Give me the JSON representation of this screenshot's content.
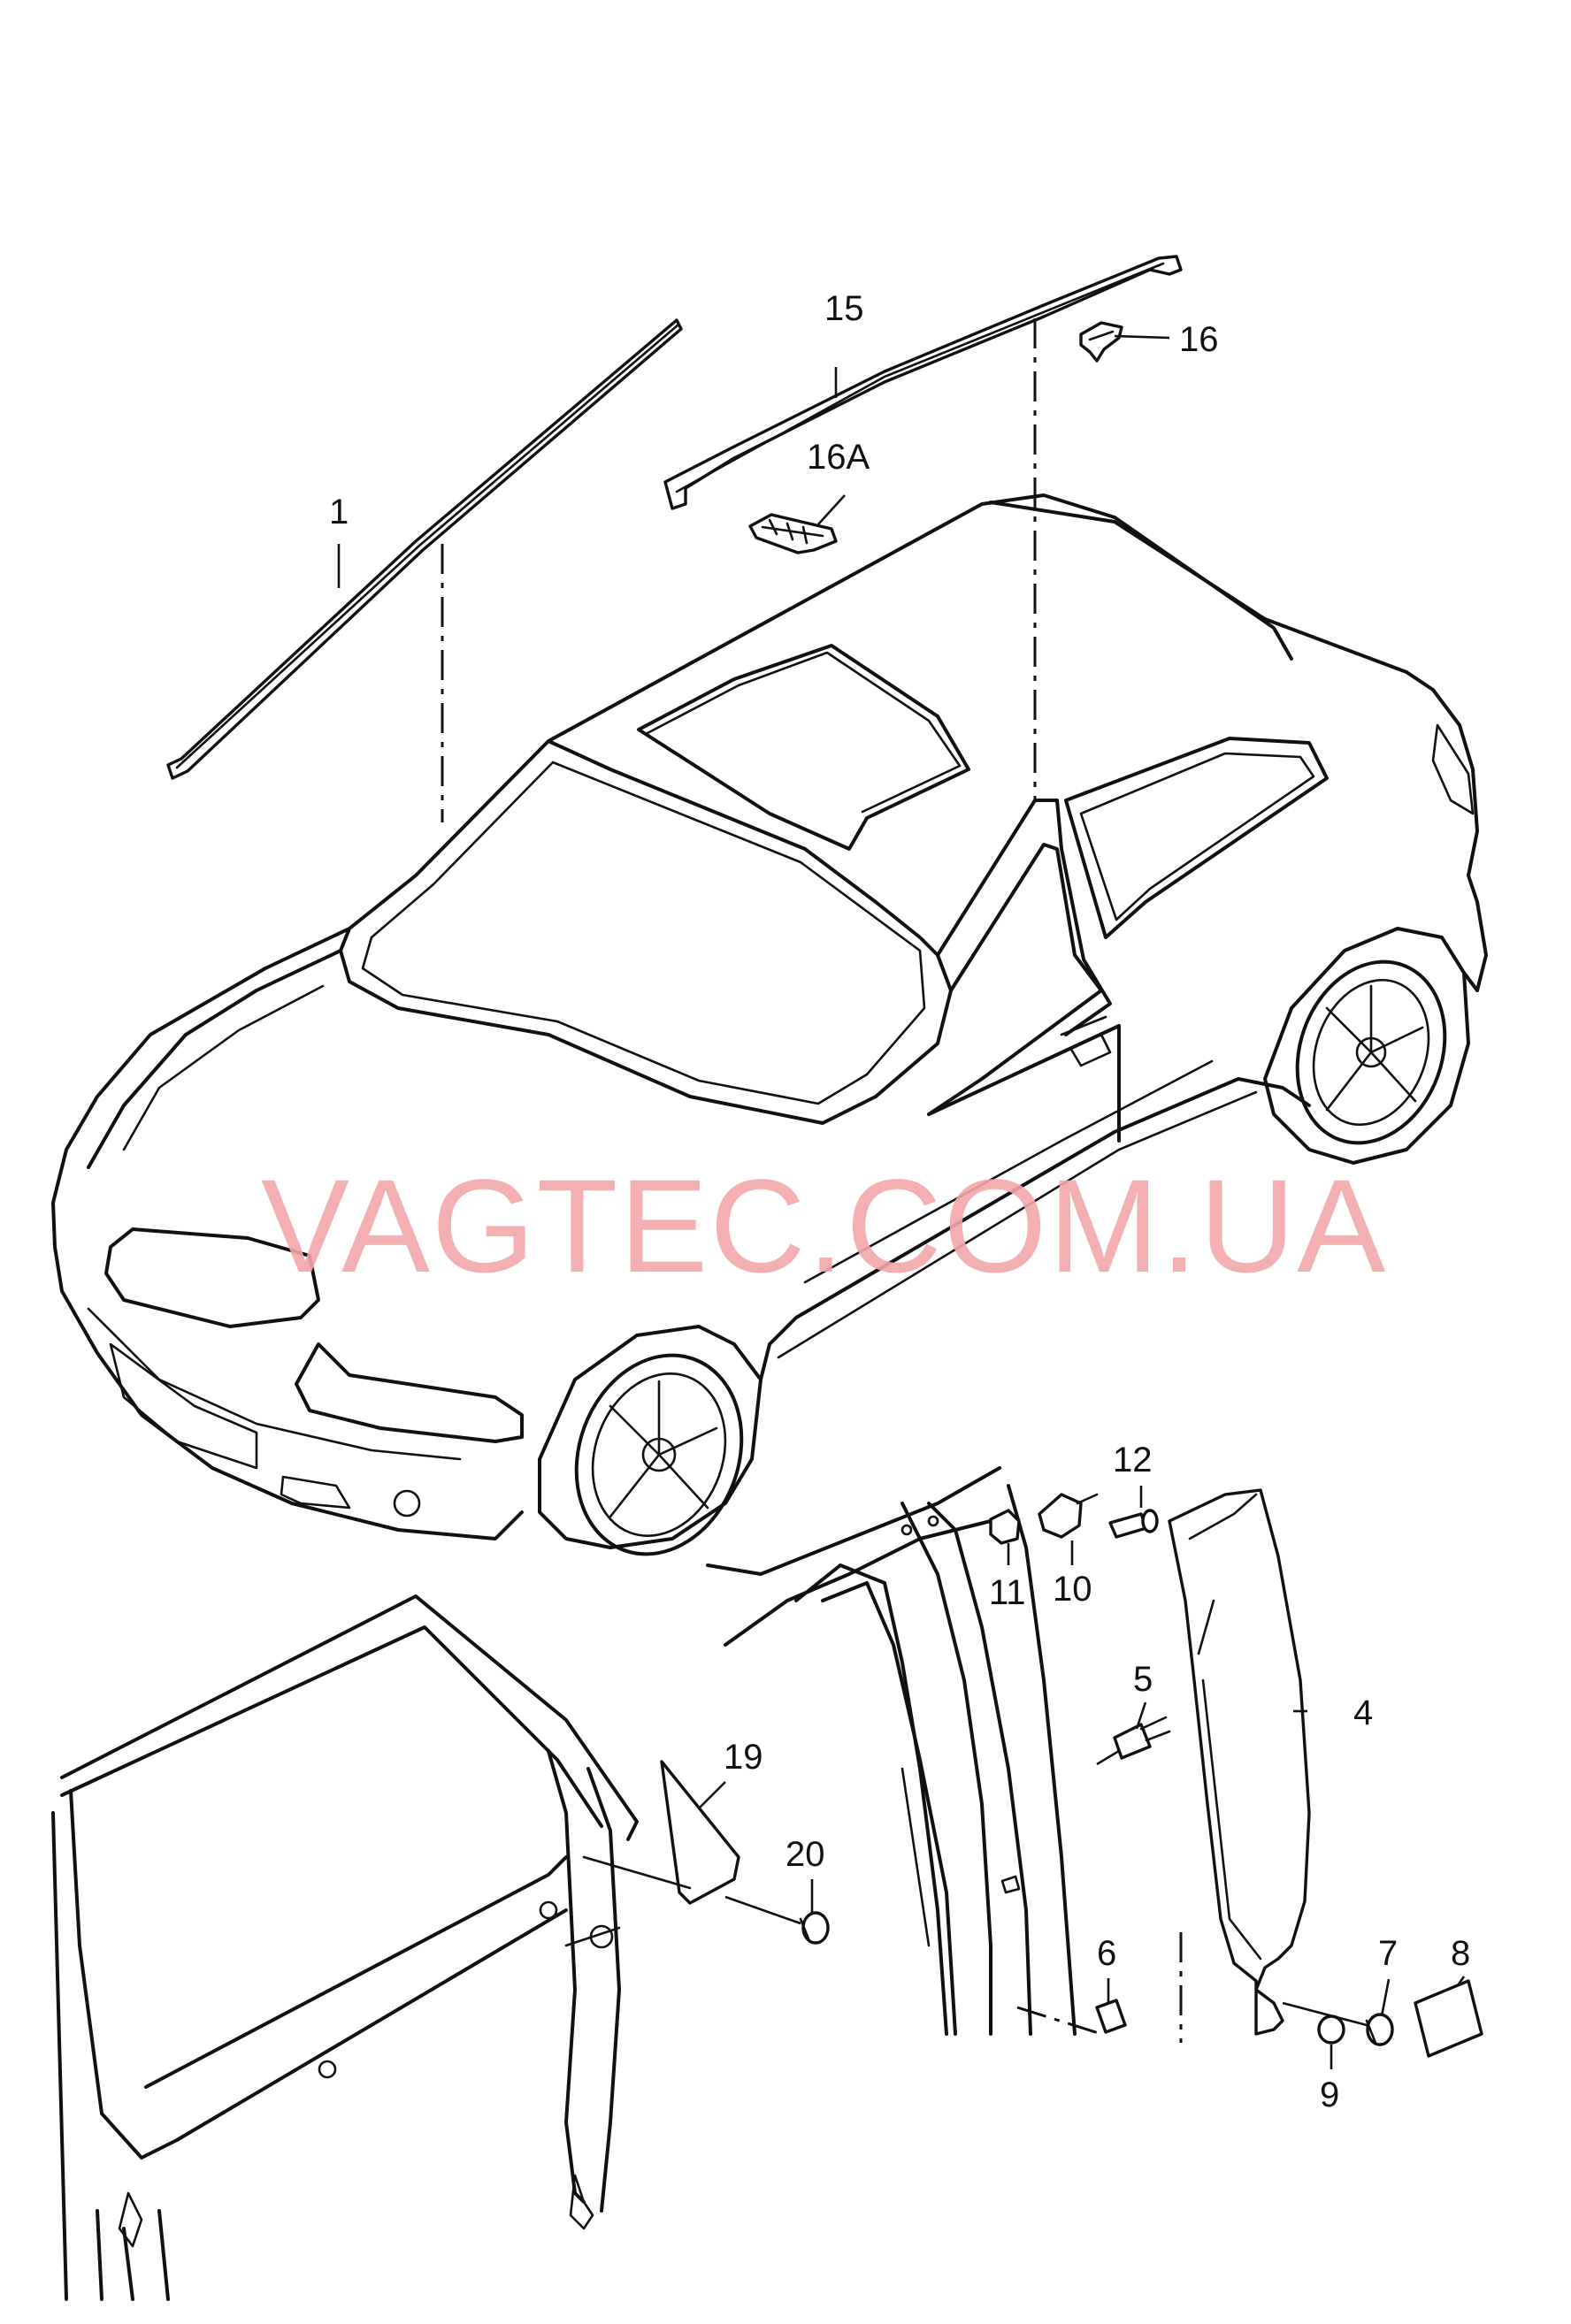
{
  "watermark": "VAGTEC.COM.UA",
  "colors": {
    "line": "#111111",
    "watermark": "#f2a7a9",
    "background": "#ffffff"
  },
  "callouts": {
    "c1": "1",
    "c4": "4",
    "c5": "5",
    "c6": "6",
    "c7": "7",
    "c8": "8",
    "c9": "9",
    "c10": "10",
    "c11": "11",
    "c12": "12",
    "c15": "15",
    "c16": "16",
    "c16a": "16A",
    "c19": "19",
    "c20": "20"
  }
}
